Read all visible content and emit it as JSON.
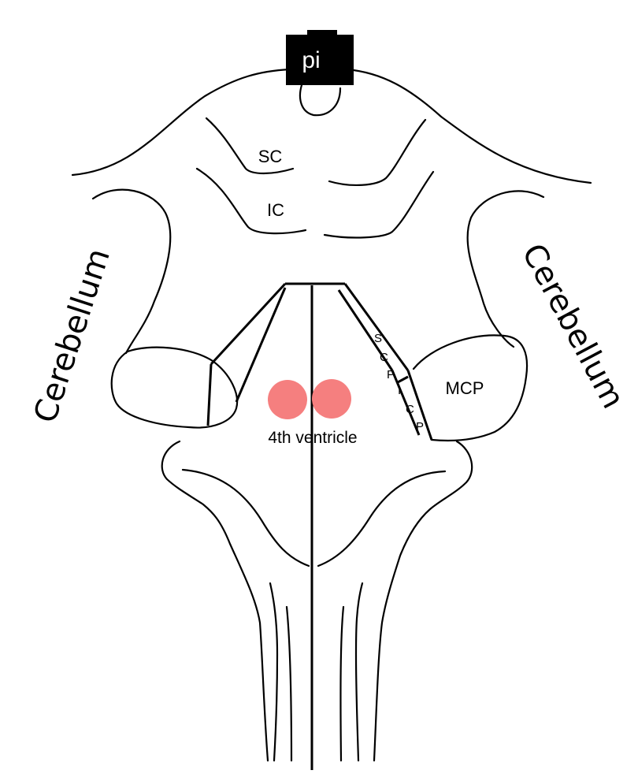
{
  "labels": {
    "pineal": "pi",
    "superior_colliculus": "SC",
    "inferior_colliculus": "IC",
    "cerebellum_left": "Cerebellum",
    "cerebellum_right": "Cerebellum",
    "mcp": "MCP",
    "fourth_ventricle": "4th ventricle",
    "scp_letters": [
      "S",
      "C",
      "P"
    ],
    "icp_letters": [
      "I",
      "C",
      "P"
    ]
  },
  "colors": {
    "line": "#000000",
    "pineal_box": "#000000",
    "pineal_text": "#ffffff",
    "marker": "#f57f7f"
  },
  "markers": {
    "count": 2,
    "meaning": "not labeled"
  }
}
